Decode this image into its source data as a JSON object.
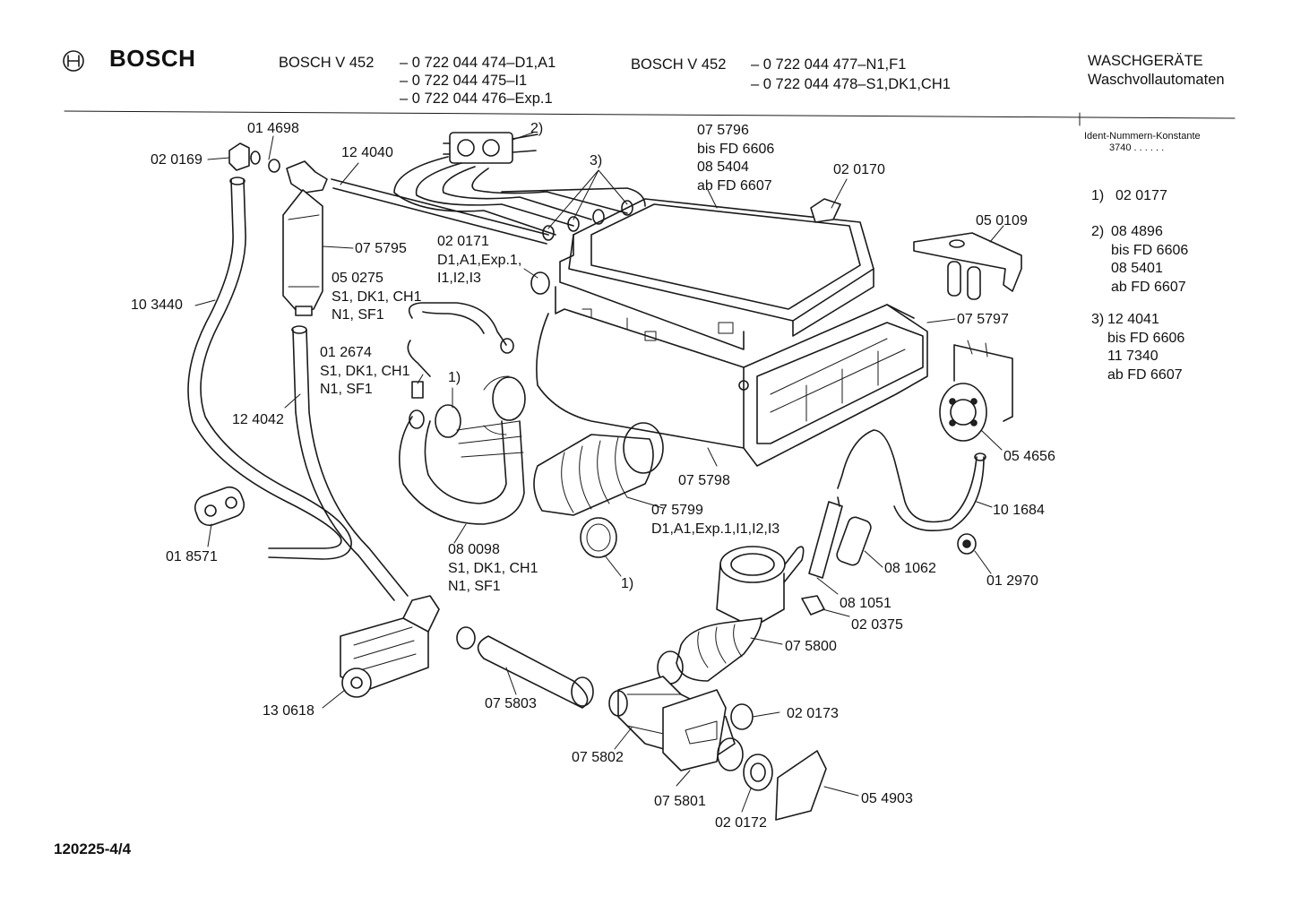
{
  "header": {
    "brand": "BOSCH",
    "model_a": "BOSCH  V 452",
    "codes_a": [
      "– 0 722 044 474–D1,A1",
      "– 0 722 044 475–I1",
      "– 0 722 044 476–Exp.1"
    ],
    "model_b": "BOSCH  V 452",
    "codes_b": [
      "– 0 722 044 477–N1,F1",
      "– 0 722 044 478–S1,DK1,CH1"
    ],
    "category": "WASCHGERÄTE",
    "subcategory": "Waschvollautomaten"
  },
  "ident": {
    "label": "Ident-Nummern-Konstante",
    "value": "3740  . .   . . . ."
  },
  "notes": [
    {
      "num": "1)",
      "text": "02 0177"
    },
    {
      "num": "2)",
      "text": "08 4896\nbis FD 6606\n08 5401\nab FD 6607"
    },
    {
      "num": "3)",
      "text": "12 4041\nbis FD 6606\n11 7340\nab FD 6607"
    }
  ],
  "labels": [
    {
      "id": "020169",
      "text": "02 0169"
    },
    {
      "id": "014698",
      "text": "01 4698"
    },
    {
      "id": "124040",
      "text": "12 4040"
    },
    {
      "id": "note2",
      "text": "2)"
    },
    {
      "id": "note3",
      "text": "3)"
    },
    {
      "id": "075796",
      "text": "07 5796\nbis FD 6606\n08 5404\nab FD 6607"
    },
    {
      "id": "020170",
      "text": "02 0170"
    },
    {
      "id": "050109",
      "text": "05 0109"
    },
    {
      "id": "075795",
      "text": "07 5795"
    },
    {
      "id": "020171",
      "text": "02 0171\nD1,A1,Exp.1,\nI1,I2,I3"
    },
    {
      "id": "050275",
      "text": "05 0275\nS1, DK1, CH1\nN1, SF1"
    },
    {
      "id": "103440",
      "text": "10 3440"
    },
    {
      "id": "075797",
      "text": "07 5797"
    },
    {
      "id": "012674",
      "text": "01 2674\nS1, DK1, CH1\nN1, SF1"
    },
    {
      "id": "note1a",
      "text": "1)"
    },
    {
      "id": "124042",
      "text": "12 4042"
    },
    {
      "id": "054656",
      "text": "05 4656"
    },
    {
      "id": "075798",
      "text": "07 5798"
    },
    {
      "id": "075799",
      "text": "07 5799\nD1,A1,Exp.1,I1,I2,I3"
    },
    {
      "id": "101684",
      "text": "10 1684"
    },
    {
      "id": "018571",
      "text": "01 8571"
    },
    {
      "id": "080098",
      "text": "08 0098\nS1, DK1, CH1\nN1, SF1"
    },
    {
      "id": "note1b",
      "text": "1)"
    },
    {
      "id": "081062",
      "text": "08 1062"
    },
    {
      "id": "012970",
      "text": "01 2970"
    },
    {
      "id": "081051",
      "text": "08 1051"
    },
    {
      "id": "020375",
      "text": "02 0375"
    },
    {
      "id": "075800",
      "text": "07 5800"
    },
    {
      "id": "130618",
      "text": "13 0618"
    },
    {
      "id": "075803",
      "text": "07 5803"
    },
    {
      "id": "020173",
      "text": "02 0173"
    },
    {
      "id": "075802",
      "text": "07 5802"
    },
    {
      "id": "075801",
      "text": "07 5801"
    },
    {
      "id": "054903",
      "text": "05 4903"
    },
    {
      "id": "020172",
      "text": "02 0172"
    }
  ],
  "footer": {
    "doc_number": "120225-4/4"
  }
}
